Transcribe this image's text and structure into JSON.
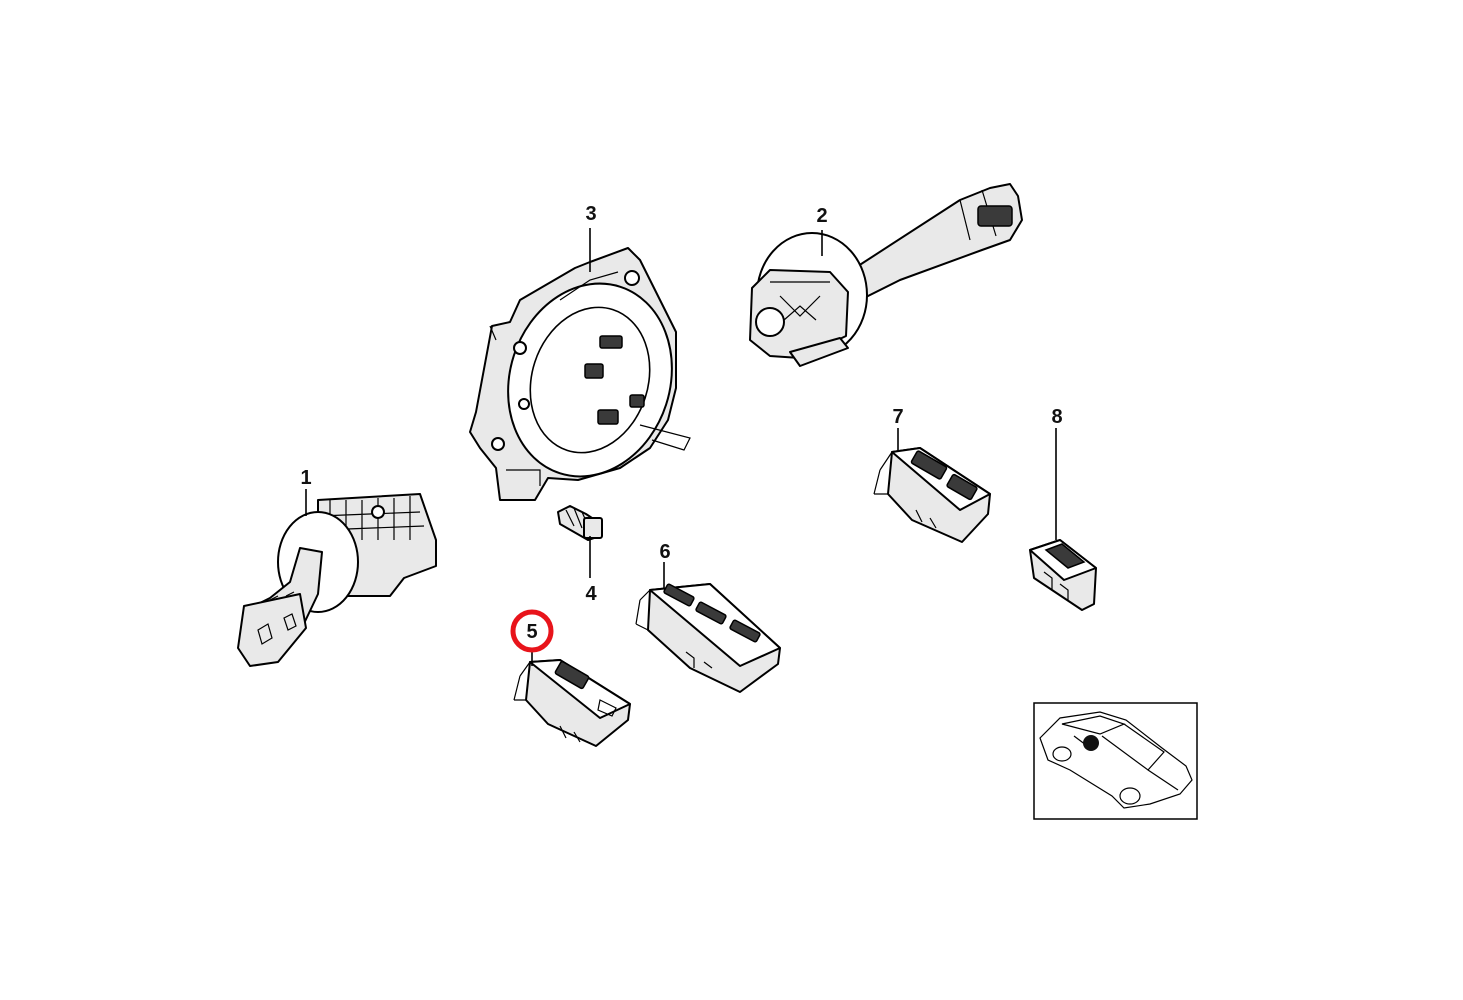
{
  "diagram": {
    "callouts": [
      {
        "id": "1",
        "label": "1"
      },
      {
        "id": "2",
        "label": "2"
      },
      {
        "id": "3",
        "label": "3"
      },
      {
        "id": "4",
        "label": "4"
      },
      {
        "id": "5",
        "label": "5",
        "highlighted": true
      },
      {
        "id": "6",
        "label": "6"
      },
      {
        "id": "7",
        "label": "7"
      },
      {
        "id": "8",
        "label": "8"
      }
    ],
    "highlight_color": "#e8141b",
    "parts": [
      {
        "callout": "1",
        "icon": "wiper-stalk-switch-icon"
      },
      {
        "callout": "2",
        "icon": "turn-signal-stalk-switch-icon"
      },
      {
        "callout": "3",
        "icon": "steering-column-switch-housing-icon"
      },
      {
        "callout": "4",
        "icon": "screw-icon"
      },
      {
        "callout": "5",
        "icon": "single-switch-module-icon"
      },
      {
        "callout": "6",
        "icon": "triple-switch-module-icon"
      },
      {
        "callout": "7",
        "icon": "double-switch-module-icon"
      },
      {
        "callout": "8",
        "icon": "window-switch-icon"
      }
    ],
    "inset": {
      "icon": "car-location-inset-icon"
    }
  }
}
